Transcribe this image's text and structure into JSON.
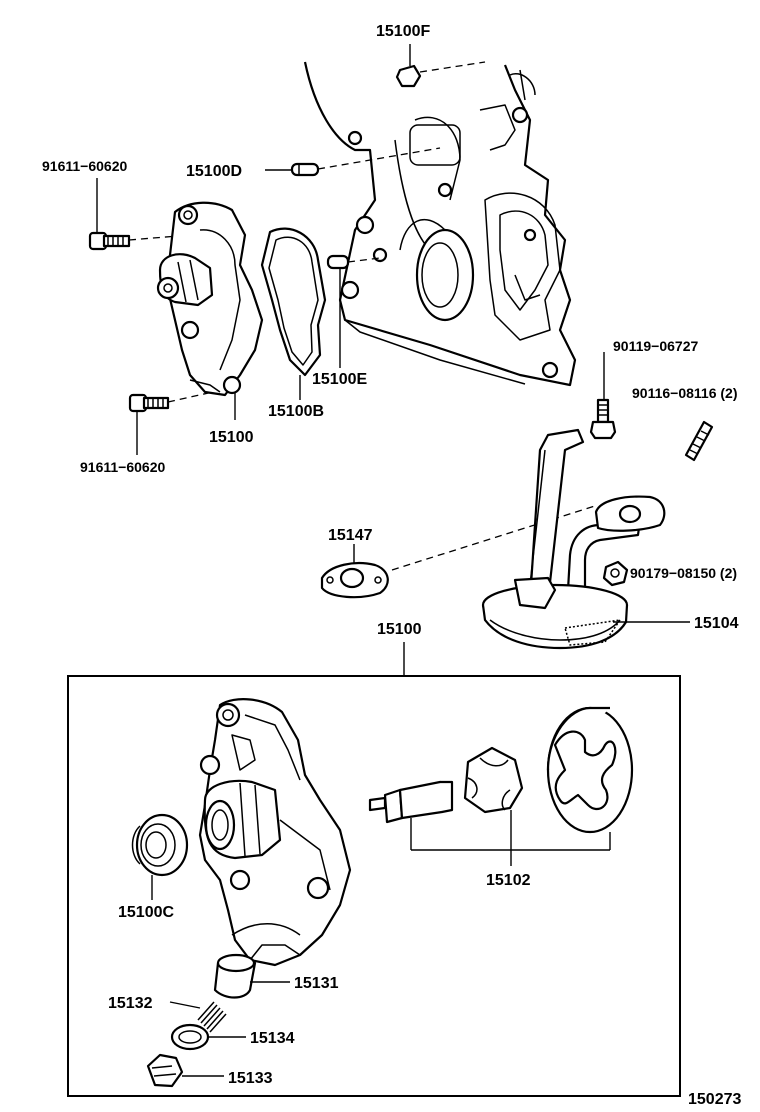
{
  "diagram": {
    "labels": {
      "p15100F": "15100F",
      "p15100D": "15100D",
      "p91611_top": "91611−60620",
      "p91611_bot": "91611−60620",
      "p15100E": "15100E",
      "p15100B": "15100B",
      "p15100_pump": "15100",
      "p90119": "90119−06727",
      "p90116": "90116−08116 (2)",
      "p15147": "15147",
      "p90179": "90179−08150 (2)",
      "p15104": "15104",
      "p15100_assy": "15100",
      "p15102": "15102",
      "p15100C": "15100C",
      "p15131": "15131",
      "p15132": "15132",
      "p15134": "15134",
      "p15133": "15133",
      "figure_no": "150273"
    }
  }
}
